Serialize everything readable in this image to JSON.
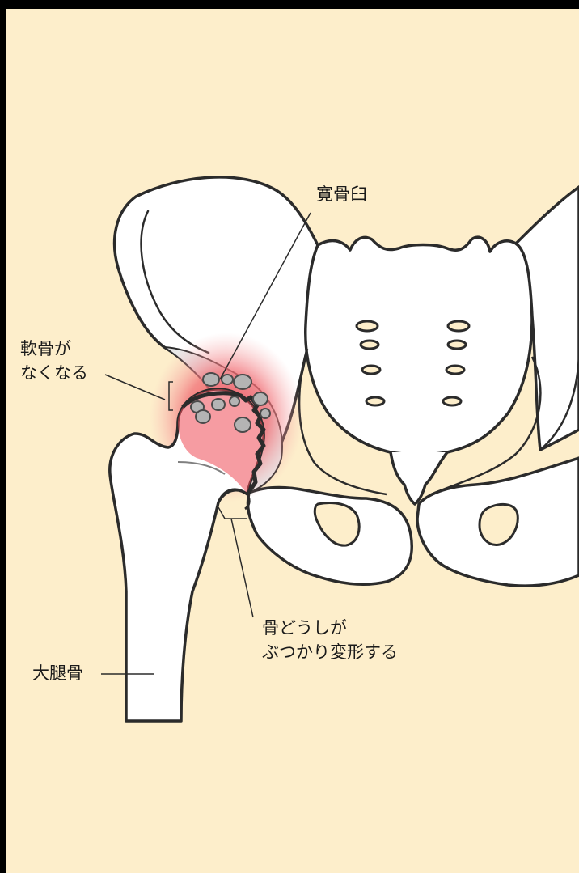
{
  "labels": {
    "acetabulum": "寛骨臼",
    "cartilage_line1": "軟骨が",
    "cartilage_line2": "なくなる",
    "bones_line1": "骨どうしが",
    "bones_line2": "ぶつかり変形する",
    "femur": "大腿骨"
  },
  "colors": {
    "background": "#fdeecb",
    "bone_fill": "#ffffff",
    "outline": "#2b2b2b",
    "inflammation": "#ef4a55",
    "cyst_fill": "#b4b4b4"
  }
}
